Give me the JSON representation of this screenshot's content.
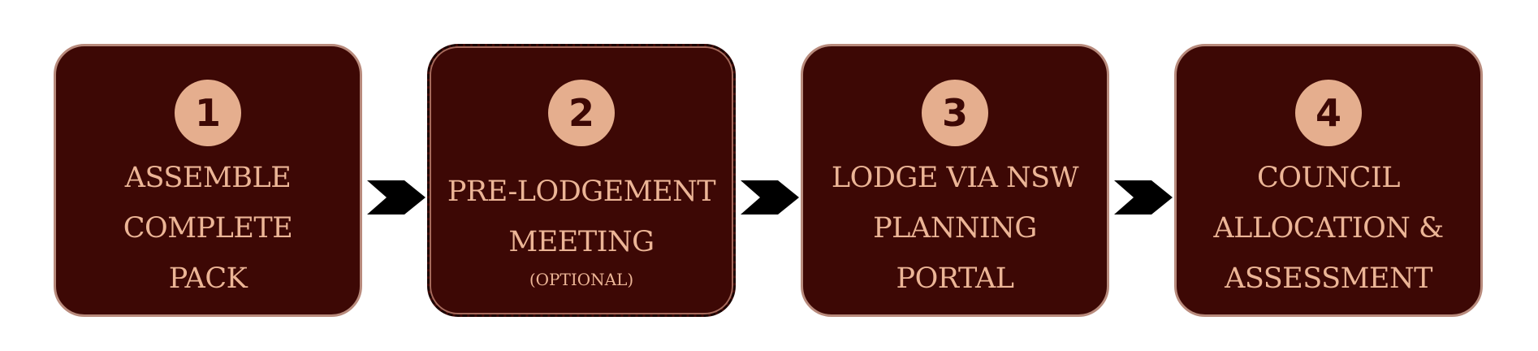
{
  "steps": [
    {
      "number": "1",
      "title": "ASSEMBLE COMPLETE PACK",
      "note": "",
      "optional": false
    },
    {
      "number": "2",
      "title": "PRE-LODGEMENT MEETING",
      "note": "(OPTIONAL)",
      "optional": true
    },
    {
      "number": "3",
      "title": "LODGE VIA NSW PLANNING PORTAL",
      "note": "",
      "optional": false
    },
    {
      "number": "4",
      "title": "COUNCIL ALLOCATION & ASSESSMENT",
      "note": "",
      "optional": false
    }
  ],
  "colors": {
    "box_fill": "#3d0805",
    "box_border": "#b88a7c",
    "badge_fill": "#e5ae8e",
    "text": "#ecb596",
    "arrow": "#000000"
  },
  "icons": {
    "connector": "chevron-arrow-icon"
  }
}
